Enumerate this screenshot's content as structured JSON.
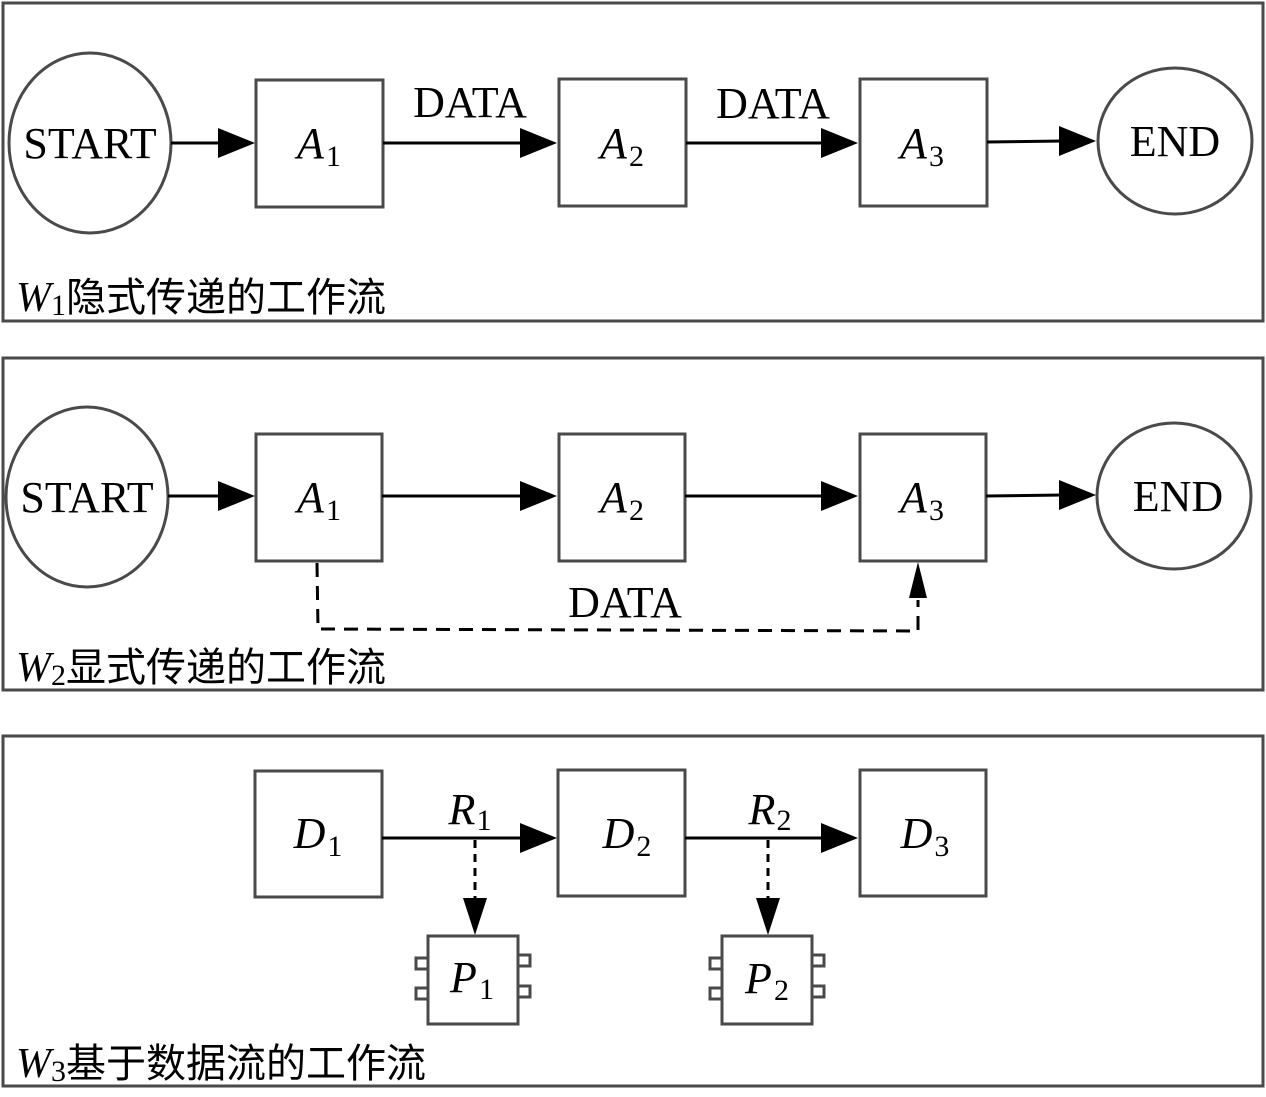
{
  "panels": [
    {
      "caption_var": "W",
      "caption_sub": "1",
      "caption_text": "隐式传递的工作流",
      "start_label": "START",
      "end_label": "END",
      "nodes": [
        {
          "var": "A",
          "sub": "1"
        },
        {
          "var": "A",
          "sub": "2"
        },
        {
          "var": "A",
          "sub": "3"
        }
      ],
      "edge_labels": [
        "DATA",
        "DATA"
      ]
    },
    {
      "caption_var": "W",
      "caption_sub": "2",
      "caption_text": "显式传递的工作流",
      "start_label": "START",
      "end_label": "END",
      "nodes": [
        {
          "var": "A",
          "sub": "1"
        },
        {
          "var": "A",
          "sub": "2"
        },
        {
          "var": "A",
          "sub": "3"
        }
      ],
      "dashed_label": "DATA"
    },
    {
      "caption_var": "W",
      "caption_sub": "3",
      "caption_text": "基于数据流的工作流",
      "nodes": [
        {
          "var": "D",
          "sub": "1"
        },
        {
          "var": "D",
          "sub": "2"
        },
        {
          "var": "D",
          "sub": "3"
        }
      ],
      "relations": [
        {
          "var": "R",
          "sub": "1"
        },
        {
          "var": "R",
          "sub": "2"
        }
      ],
      "processes": [
        {
          "var": "P",
          "sub": "1"
        },
        {
          "var": "P",
          "sub": "2"
        }
      ]
    }
  ]
}
